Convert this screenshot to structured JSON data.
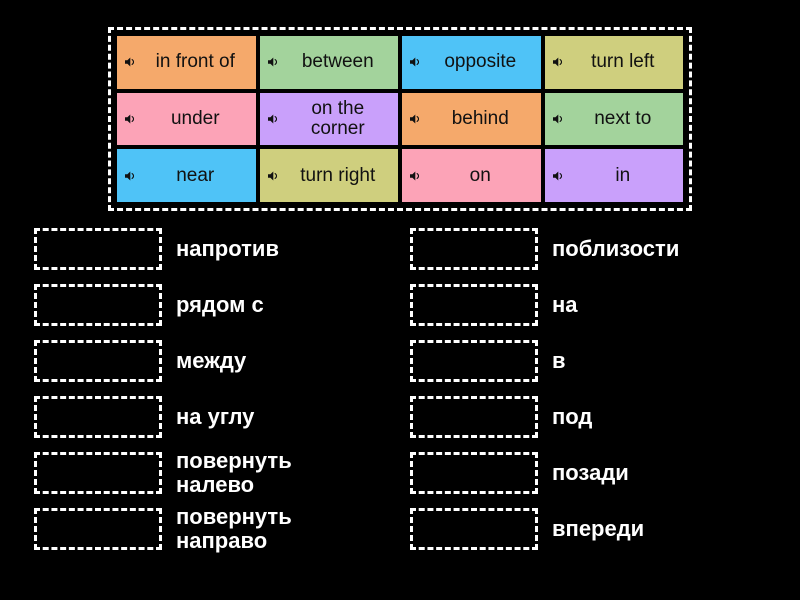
{
  "activity": {
    "type": "match-up",
    "background_color": "#000000"
  },
  "palette": {
    "orange": "#F5A96B",
    "green": "#A3D39C",
    "blue": "#4FC3F7",
    "khaki": "#CFCF7E",
    "pink": "#FCA3B7",
    "purple": "#C9A0FB",
    "slot_border": "#FFFFFF",
    "tile_text": "#111111",
    "slot_text": "#FFFFFF"
  },
  "tile_bank": {
    "icon": "speaker-icon",
    "tiles": [
      {
        "label": "in front of",
        "color": "#F5A96B",
        "icon": "speaker-icon"
      },
      {
        "label": "between",
        "color": "#A3D39C",
        "icon": "speaker-icon"
      },
      {
        "label": "opposite",
        "color": "#4FC3F7",
        "icon": "speaker-icon"
      },
      {
        "label": "turn left",
        "color": "#CFCF7E",
        "icon": "speaker-icon"
      },
      {
        "label": "under",
        "color": "#FCA3B7",
        "icon": "speaker-icon"
      },
      {
        "label": "on the\ncorner",
        "color": "#C9A0FB",
        "icon": "speaker-icon"
      },
      {
        "label": "behind",
        "color": "#F5A96B",
        "icon": "speaker-icon"
      },
      {
        "label": "next to",
        "color": "#A3D39C",
        "icon": "speaker-icon"
      },
      {
        "label": "near",
        "color": "#4FC3F7",
        "icon": "speaker-icon"
      },
      {
        "label": "turn right",
        "color": "#CFCF7E",
        "icon": "speaker-icon"
      },
      {
        "label": "on",
        "color": "#FCA3B7",
        "icon": "speaker-icon"
      },
      {
        "label": "in",
        "color": "#C9A0FB",
        "icon": "speaker-icon"
      }
    ]
  },
  "answers": {
    "left_column": [
      {
        "slot_value": "",
        "label": "напротив"
      },
      {
        "slot_value": "",
        "label": "рядом с"
      },
      {
        "slot_value": "",
        "label": "между"
      },
      {
        "slot_value": "",
        "label": "на углу"
      },
      {
        "slot_value": "",
        "label": "повернуть\nналево"
      },
      {
        "slot_value": "",
        "label": "повернуть\nнаправо"
      }
    ],
    "right_column": [
      {
        "slot_value": "",
        "label": "поблизости"
      },
      {
        "slot_value": "",
        "label": "на"
      },
      {
        "slot_value": "",
        "label": "в"
      },
      {
        "slot_value": "",
        "label": "под"
      },
      {
        "slot_value": "",
        "label": "позади"
      },
      {
        "slot_value": "",
        "label": "впереди"
      }
    ]
  }
}
